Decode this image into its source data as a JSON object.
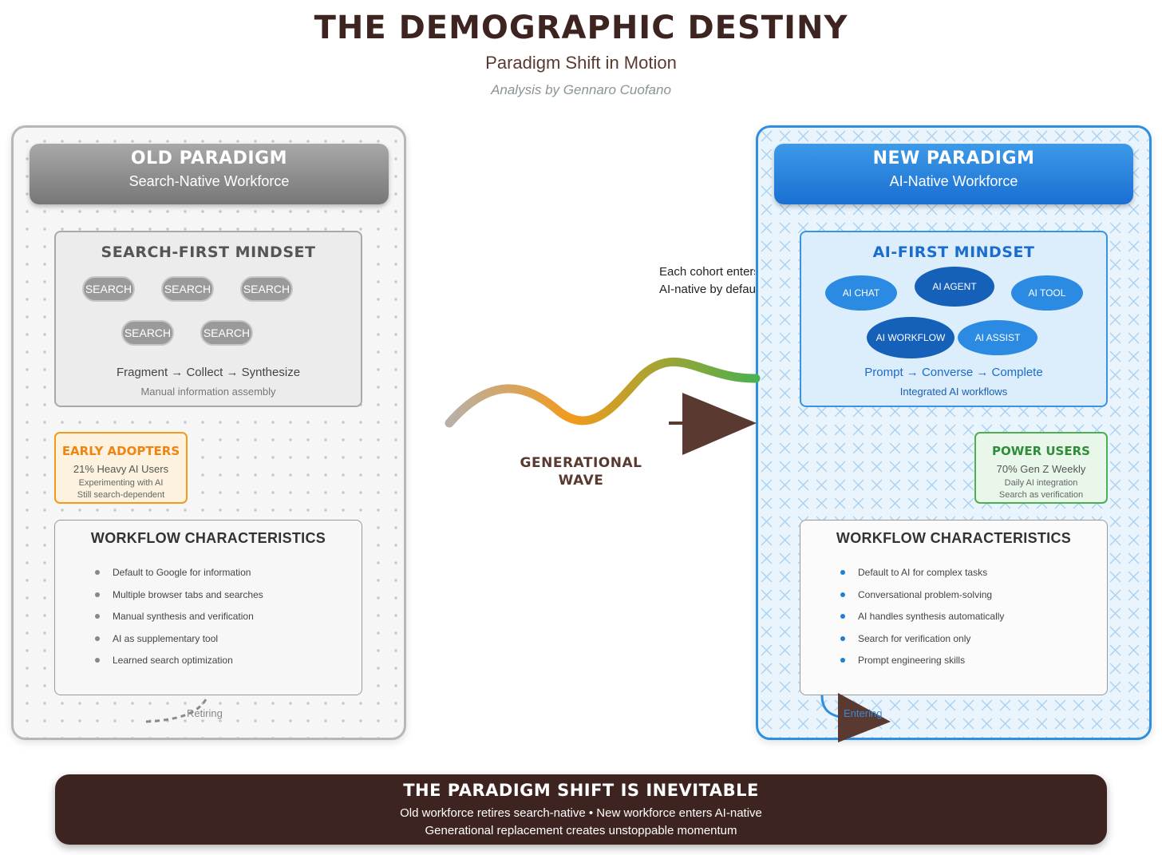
{
  "header": {
    "title": "THE DEMOGRAPHIC DESTINY",
    "subtitle": "Paradigm Shift in Motion",
    "byline": "Analysis by Gennaro Cuofano"
  },
  "old_paradigm": {
    "title": "OLD PARADIGM",
    "subtitle": "Search-Native Workforce",
    "mindset": {
      "title": "SEARCH-FIRST MINDSET",
      "pills": [
        "SEARCH",
        "SEARCH",
        "SEARCH",
        "SEARCH",
        "SEARCH"
      ],
      "flow": "Fragment → Collect → Synthesize",
      "flow_note": "Manual information assembly"
    },
    "cohort": {
      "title": "EARLY ADOPTERS",
      "stat": "21% Heavy AI Users",
      "line1": "Experimenting with AI",
      "line2": "Still search-dependent"
    },
    "workflow": {
      "title": "WORKFLOW CHARACTERISTICS",
      "items": [
        "Default to Google for information",
        "Multiple browser tabs and searches",
        "Manual synthesis and verification",
        "AI as supplementary tool",
        "Learned search optimization"
      ]
    },
    "exit_label": "Retiring"
  },
  "new_paradigm": {
    "title": "NEW PARADIGM",
    "subtitle": "AI-Native Workforce",
    "mindset": {
      "title": "AI-FIRST MINDSET",
      "ovals": [
        "AI CHAT",
        "AI AGENT",
        "AI TOOL",
        "AI WORKFLOW",
        "AI ASSIST"
      ],
      "flow": "Prompt → Converse → Complete",
      "flow_note": "Integrated AI workflows"
    },
    "cohort": {
      "title": "POWER USERS",
      "stat": "70% Gen Z Weekly",
      "line1": "Daily AI integration",
      "line2": "Search as verification"
    },
    "workflow": {
      "title": "WORKFLOW CHARACTERISTICS",
      "items": [
        "Default to AI for complex tasks",
        "Conversational problem-solving",
        "AI handles synthesis automatically",
        "Search for verification only",
        "Prompt engineering skills"
      ]
    },
    "entry_label": "Entering"
  },
  "center": {
    "note_line1": "Each cohort enters",
    "note_line2": "AI-native by default",
    "wave_line1": "GENERATIONAL",
    "wave_line2": "WAVE"
  },
  "footer": {
    "title": "THE PARADIGM SHIFT IS INEVITABLE",
    "line1": "Old workforce retires search-native • New workforce enters AI-native",
    "line2": "Generational replacement creates unstoppable momentum"
  }
}
